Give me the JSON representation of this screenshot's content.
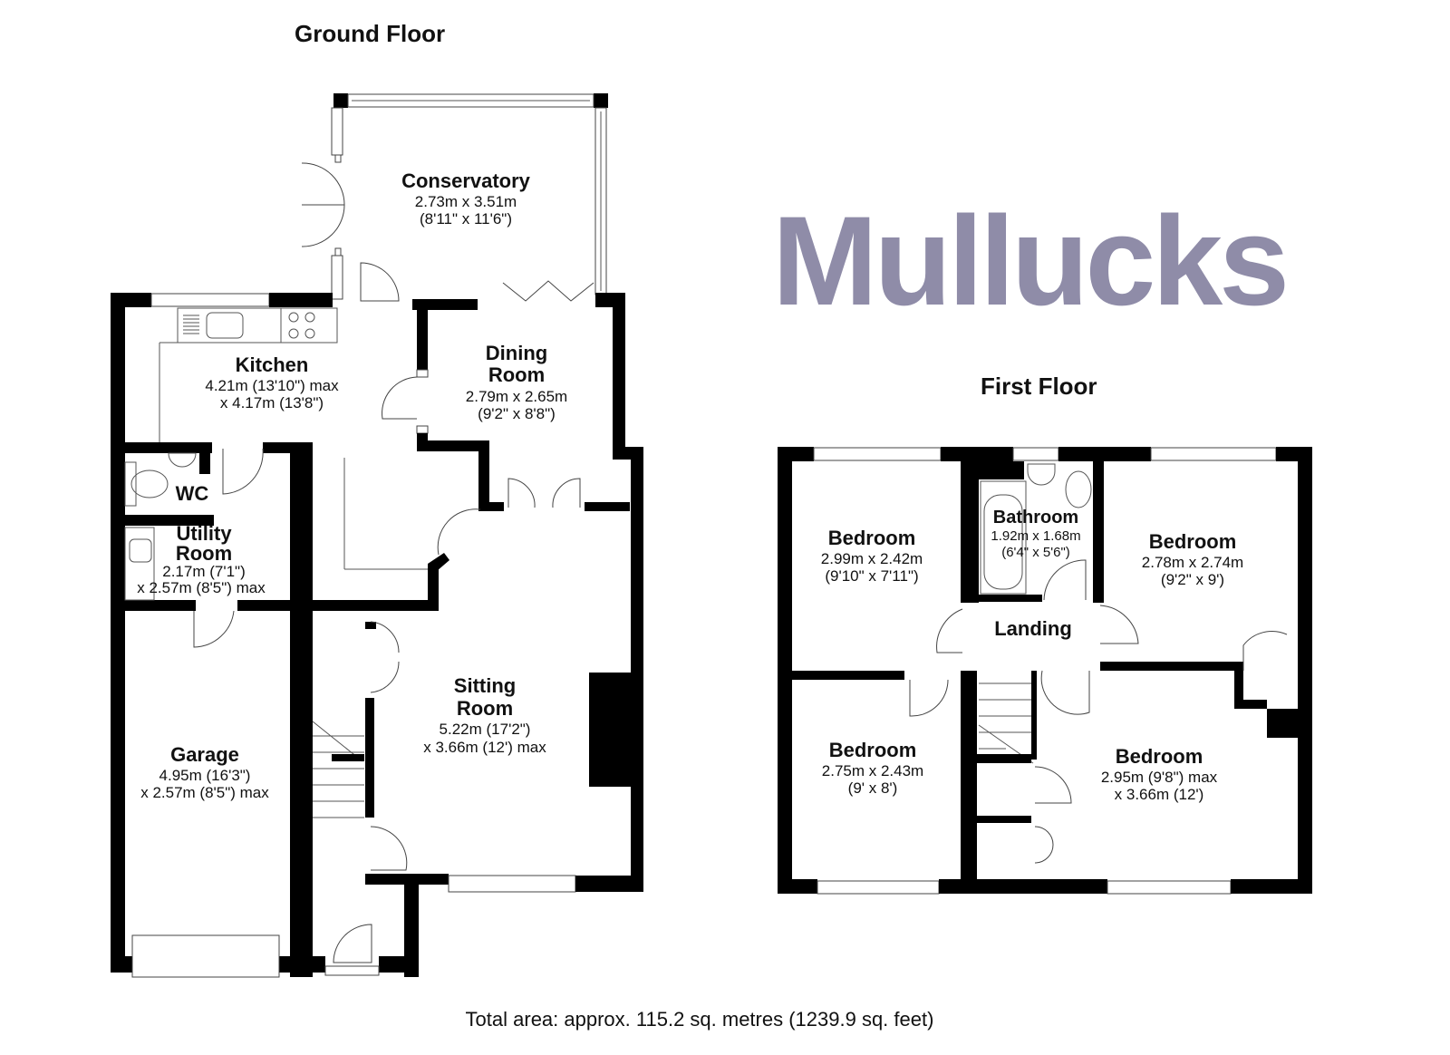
{
  "brand": {
    "name": "Mullucks",
    "color": "#8f8ca8"
  },
  "ground_floor": {
    "title": "Ground Floor",
    "rooms": {
      "conservatory": {
        "name": "Conservatory",
        "dim1": "2.73m x 3.51m",
        "dim2": "(8'11\" x 11'6\")"
      },
      "kitchen": {
        "name": "Kitchen",
        "dim1": "4.21m (13'10\") max",
        "dim2": "x 4.17m (13'8\")"
      },
      "dining": {
        "name1": "Dining",
        "name2": "Room",
        "dim1": "2.79m x 2.65m",
        "dim2": "(9'2\" x 8'8\")"
      },
      "wc": {
        "name": "WC"
      },
      "utility": {
        "name1": "Utility",
        "name2": "Room",
        "dim1": "2.17m (7'1\")",
        "dim2": "x 2.57m (8'5\") max"
      },
      "sitting": {
        "name1": "Sitting",
        "name2": "Room",
        "dim1": "5.22m (17'2\")",
        "dim2": "x 3.66m (12') max"
      },
      "garage": {
        "name": "Garage",
        "dim1": "4.95m (16'3\")",
        "dim2": "x 2.57m (8'5\") max"
      }
    }
  },
  "first_floor": {
    "title": "First Floor",
    "rooms": {
      "bedroom1": {
        "name": "Bedroom",
        "dim1": "2.99m x 2.42m",
        "dim2": "(9'10\" x 7'11\")"
      },
      "bathroom": {
        "name": "Bathroom",
        "dim1": "1.92m x 1.68m",
        "dim2": "(6'4\" x 5'6\")"
      },
      "bedroom2": {
        "name": "Bedroom",
        "dim1": "2.78m x 2.74m",
        "dim2": "(9'2\" x 9')"
      },
      "landing": {
        "name": "Landing"
      },
      "bedroom3": {
        "name": "Bedroom",
        "dim1": "2.75m x 2.43m",
        "dim2": "(9' x 8')"
      },
      "bedroom4": {
        "name": "Bedroom",
        "dim1": "2.95m (9'8\") max",
        "dim2": "x 3.66m (12')"
      }
    }
  },
  "footer": {
    "total_area": "Total area: approx. 115.2 sq. metres (1239.9 sq. feet)"
  }
}
